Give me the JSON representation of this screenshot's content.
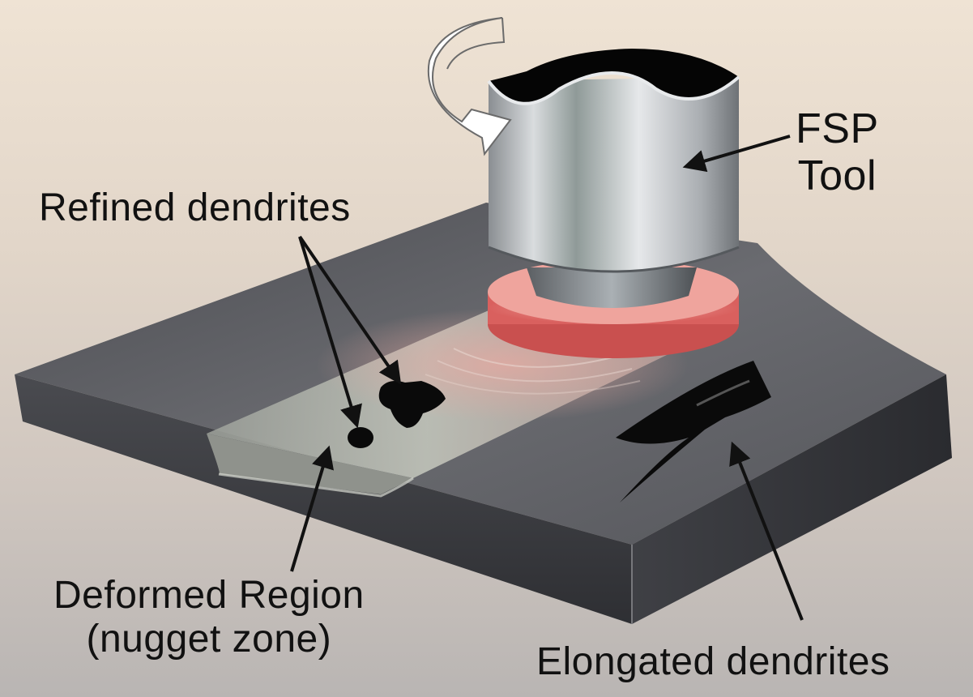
{
  "labels": {
    "refined_dendrites": "Refined dendrites",
    "fsp_tool_line1": "FSP",
    "fsp_tool_line2": "Tool",
    "deformed_region_line1": "Deformed Region",
    "deformed_region_line2": "(nugget zone)",
    "elongated_dendrites": "Elongated dendrites"
  },
  "colors": {
    "plate_top": "#5d5e62",
    "plate_front": "#3e3f43",
    "nugget_zone": "#b9bcb4",
    "heat_zone": "#e0706c",
    "tool_body": "#c8cbce",
    "dendrite": "#0a0a0a",
    "rotation_arrow": "#ffffff"
  },
  "icons": {
    "rotation": "rotation-arrow-icon"
  }
}
